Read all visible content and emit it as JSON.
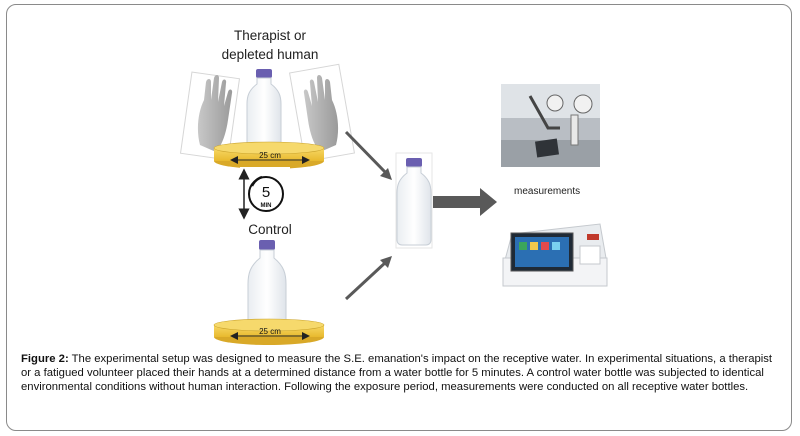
{
  "labels": {
    "therapist_line1": "Therapist or",
    "therapist_line2": "depleted human",
    "control": "Control",
    "measurements": "measurements",
    "dist_top": "25 cm",
    "dist_bottom": "25 cm",
    "timer_value": "5",
    "timer_unit": "MIN"
  },
  "caption": {
    "prefix": "Figure 2:",
    "text": " The experimental setup was designed to measure the S.E. emanation's impact on the receptive water. In experimental situations, a therapist or a fatigued volunteer placed their hands at a determined distance from a water bottle for 5 minutes. A control water bottle was subjected to identical environmental conditions without human interaction. Following the exposure period, measurements were conducted on all receptive water bottles."
  },
  "colors": {
    "plate": "#f2c94c",
    "plate_edge": "#b8941e",
    "cap": "#6a5fb0",
    "arrow": "#595959"
  }
}
